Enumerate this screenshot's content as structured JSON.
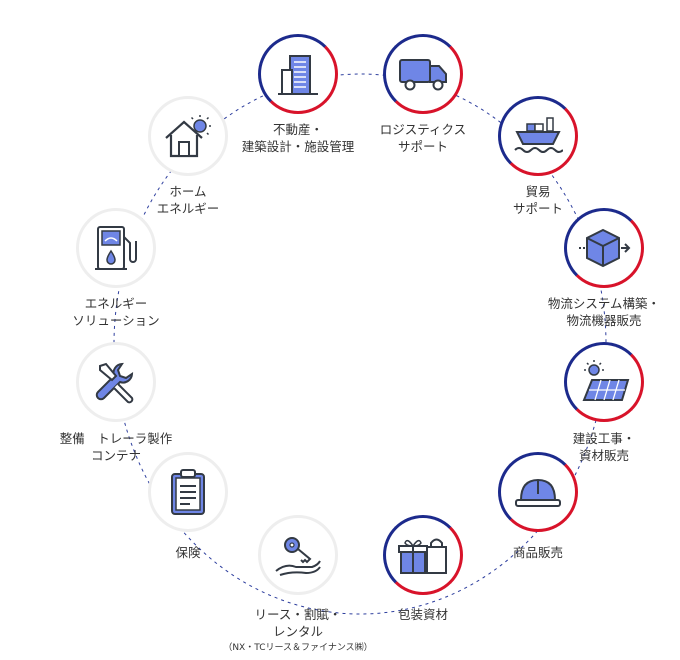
{
  "services": [
    {
      "id": "real-estate",
      "active": true,
      "icon": "building-icon",
      "lines": [
        "不動産・",
        "建築設計・施設管理"
      ]
    },
    {
      "id": "logistics",
      "active": true,
      "icon": "truck-icon",
      "lines": [
        "ロジスティクス",
        "サポート"
      ]
    },
    {
      "id": "trade",
      "active": true,
      "icon": "cargo-ship-icon",
      "lines": [
        "貿易",
        "サポート"
      ]
    },
    {
      "id": "logistics-systems",
      "active": true,
      "icon": "box-icon",
      "lines": [
        "物流システム構築・",
        "物流機器販売"
      ]
    },
    {
      "id": "construction",
      "active": true,
      "icon": "solar-panel-icon",
      "lines": [
        "建設工事・",
        "資材販売"
      ]
    },
    {
      "id": "products",
      "active": true,
      "icon": "hard-hat-icon",
      "lines": [
        "商品販売"
      ]
    },
    {
      "id": "packaging",
      "active": true,
      "icon": "gift-bag-icon",
      "lines": [
        "包装資材"
      ]
    },
    {
      "id": "leasing",
      "active": false,
      "icon": "key-hand-icon",
      "lines": [
        "リース・割賦・",
        "レンタル"
      ]
    },
    {
      "id": "insurance",
      "active": false,
      "icon": "clipboard-icon",
      "lines": [
        "保険"
      ]
    },
    {
      "id": "maintenance",
      "active": false,
      "icon": "wrench-screwdriver-icon",
      "lines": [
        "整備　トレーラ製作",
        "コンテナ"
      ]
    },
    {
      "id": "energy-solution",
      "active": false,
      "icon": "fuel-pump-icon",
      "lines": [
        "エネルギー",
        "ソリューション"
      ]
    },
    {
      "id": "home-energy",
      "active": false,
      "icon": "house-sun-icon",
      "lines": [
        "ホーム",
        "エネルギー"
      ]
    }
  ],
  "leasing_note": "（NX・TCリース＆ファイナンス㈱）",
  "colors": {
    "navy": "#1c2a8c",
    "red": "#d8132a",
    "icon_blue": "#6f86e6",
    "icon_stroke": "#333a44",
    "connector": "#2e3f9e"
  }
}
